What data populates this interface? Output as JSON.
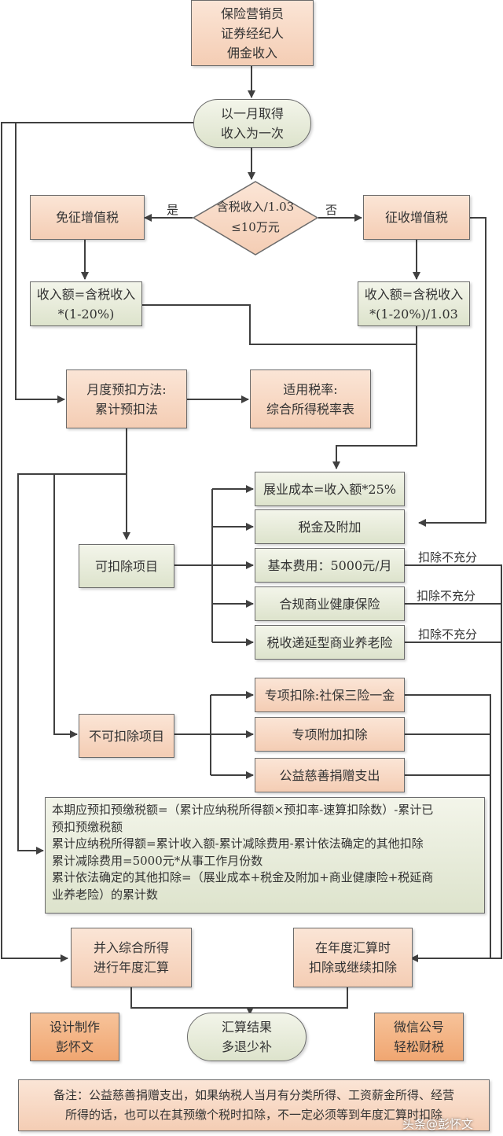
{
  "nodes": {
    "start": [
      "保险营销员",
      "证券经纪人",
      "佣金收入"
    ],
    "monthly": [
      "以一月取得",
      "收入为一次"
    ],
    "decision": [
      "含税收入/1.03",
      "≤10万元"
    ],
    "exempt_vat": "免征增值税",
    "levy_vat": "征收增值税",
    "income_exempt": [
      "收入额=含税收入",
      "*(1-20%)"
    ],
    "income_levy": [
      "收入额=含税收入",
      "*(1-20%)/1.03"
    ],
    "prededuct_method": [
      "月度预扣方法:",
      "累计预扣法"
    ],
    "tax_rate": [
      "适用税率:",
      "综合所得税率表"
    ],
    "deductible": "可扣除项目",
    "non_deductible": "不可扣除项目",
    "deductible_items": [
      "展业成本=收入额*25%",
      "税金及附加",
      "基本费用：5000元/月",
      "合规商业健康保险",
      "税收递延型商业养老险"
    ],
    "non_deductible_items": [
      "专项扣除:社保三险一金",
      "专项附加扣除",
      "公益慈善捐赠支出"
    ],
    "formula_lines": [
      "本期应预扣预缴税额=（累计应纳税所得额×预扣率-速算扣除数）-累计已",
      "预扣预缴税额",
      "累计应纳税所得额=累计收入额-累计减除费用-累计依法确定的其他扣除",
      "累计减除费用=5000元*从事工作月份数",
      "累计依法确定的其他扣除=（展业成本+税金及附加+商业健康险+税延商",
      "业养老险）的累计数"
    ],
    "annual_merge": [
      "并入综合所得",
      "进行年度汇算"
    ],
    "annual_deduct": [
      "在年度汇算时",
      "扣除或继续扣除"
    ],
    "result": [
      "汇算结果",
      "多退少补"
    ],
    "designer": [
      "设计制作",
      "彭怀文"
    ],
    "wechat": [
      "微信公号",
      "轻松财税"
    ]
  },
  "edge_labels": {
    "yes": "是",
    "no": "否",
    "insufficient": "扣除不充分"
  },
  "note": [
    "备注：公益慈善捐赠支出，如果纳税人当月有分类所得、工资薪金所得、经营",
    "所得的话，也可以在其预缴个税时扣除，不一定必须等到年度汇算时扣除"
  ],
  "watermark": "头条@彭怀文",
  "colors": {
    "pink": "#f7d6c1",
    "green": "#e6eadb",
    "orange": "#f3b083",
    "line": "#404040"
  }
}
